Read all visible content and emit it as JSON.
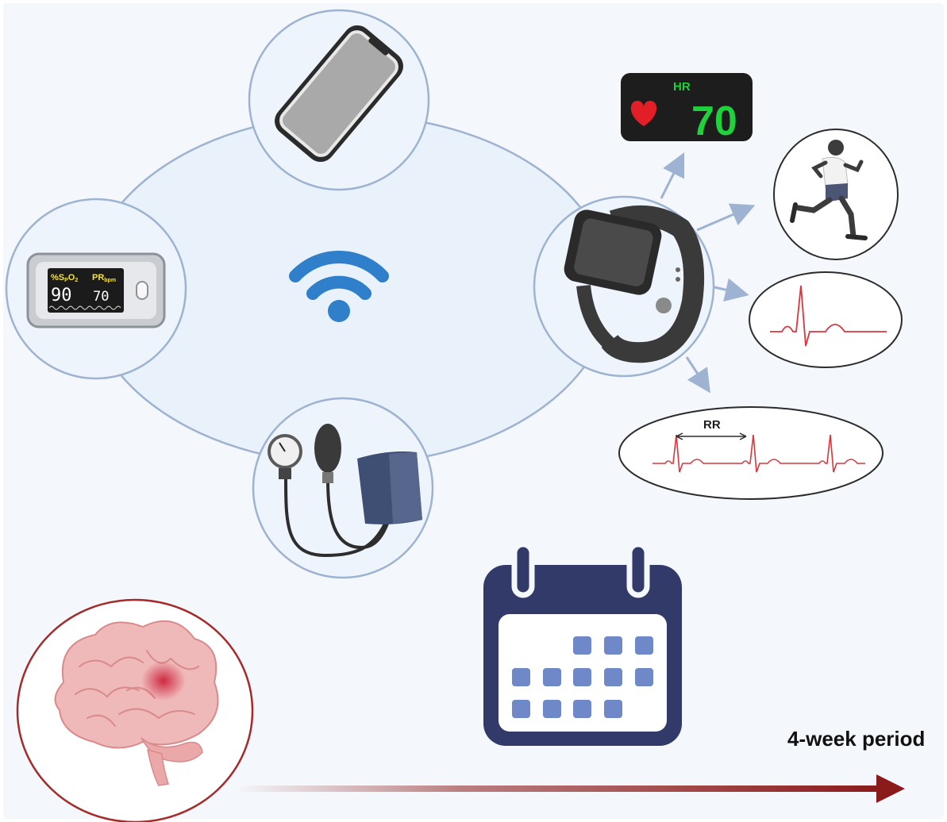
{
  "colors": {
    "panel_bg": "#f4f7fb",
    "network_fill": "#e9f2fb",
    "network_stroke": "#9db3d1",
    "wifi_blue": "#2f7fcb",
    "hr_green": "#1fd13a",
    "heart_red": "#e21f26",
    "ecg_red": "#d9363e",
    "calendar_navy": "#323a6a",
    "calendar_cell": "#6f88c7",
    "arrow_red": "#8b1a1a",
    "brain_circle": "#a52a2a"
  },
  "icons": [
    "smartphone-icon",
    "pulse-oximeter-icon",
    "wifi-icon",
    "blood-pressure-monitor-icon",
    "smartwatch-icon",
    "heart-rate-display-icon",
    "runner-icon",
    "ecg-waveform-icon",
    "rr-interval-icon",
    "calendar-icon",
    "brain-icon",
    "timeline-arrow"
  ],
  "oximeter": {
    "spo2_label": "%S",
    "spo2_sub_p": "P",
    "spo2_o": "O",
    "spo2_sub_2": "2",
    "pr_label": "PR",
    "pr_sub": "bpm",
    "spo2_value": "90",
    "pr_value": "70"
  },
  "hr_display": {
    "label": "HR",
    "value": "70"
  },
  "rr_label": "RR",
  "period_label": "4-week period"
}
